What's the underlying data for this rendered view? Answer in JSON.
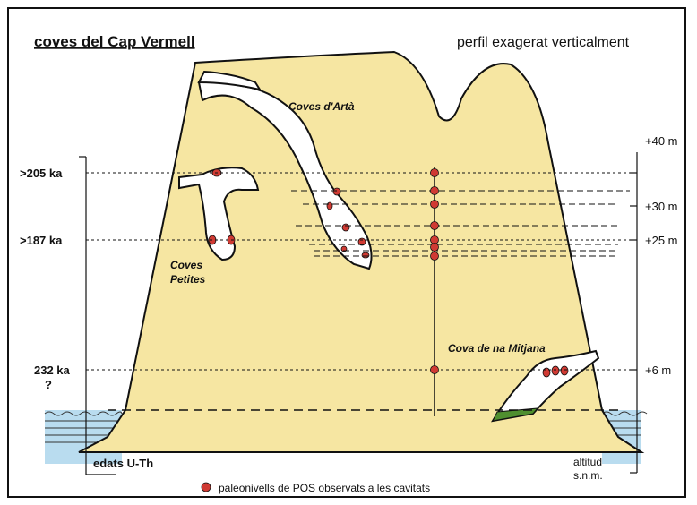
{
  "title": "coves del Cap Vermell",
  "subtitle": "perfil exagerat verticalment",
  "cave_labels": {
    "arta": "Coves d'Artà",
    "petites_1": "Coves",
    "petites_2": "Petites",
    "mitjana": "Cova de na Mitjana"
  },
  "ages": {
    "a205": ">205 ka",
    "a187": ">187 ka",
    "a232": "232 ka",
    "q": "?"
  },
  "altitudes": {
    "m40": "+40 m",
    "m30": "+30 m",
    "m25": "+25 m",
    "m6": "+6 m"
  },
  "axis_left_label": "edats  U-Th",
  "axis_right_label_1": "altitud",
  "axis_right_label_2": "s.n.m.",
  "legend_text": "paleonivells de POS observats a les cavitats",
  "colors": {
    "rock": "#f6e6a2",
    "sea": "#b9dcef",
    "cave": "#ffffff",
    "marker": "#d03a33",
    "green": "#4f8f2f"
  }
}
